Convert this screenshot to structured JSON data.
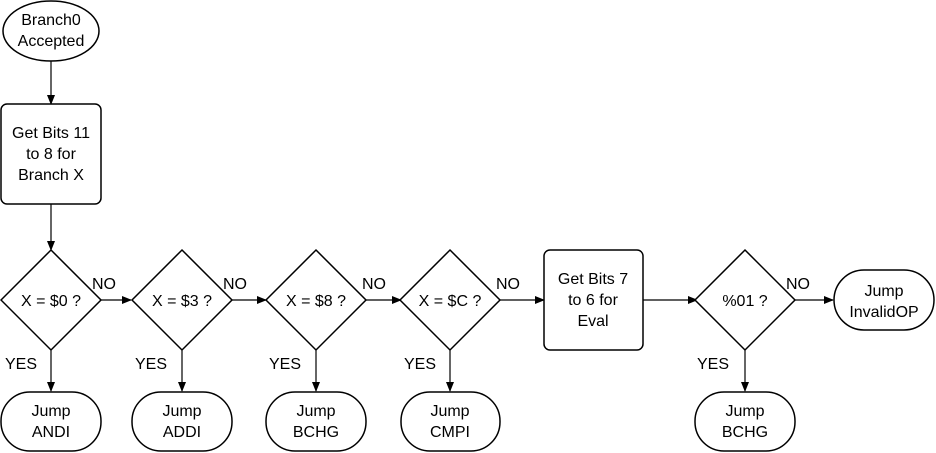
{
  "colors": {
    "stroke": "#000000",
    "fill": "#ffffff",
    "text": "#000000"
  },
  "nodes": {
    "start": {
      "lines": [
        "Branch0",
        "Accepted"
      ]
    },
    "proc1": {
      "lines": [
        "Get Bits 11",
        "to 8 for",
        "Branch X"
      ]
    },
    "d1": {
      "lines": [
        "X = $0 ?"
      ]
    },
    "d2": {
      "lines": [
        "X = $3 ?"
      ]
    },
    "d3": {
      "lines": [
        "X = $8 ?"
      ]
    },
    "d4": {
      "lines": [
        "X = $C ?"
      ]
    },
    "proc2": {
      "lines": [
        "Get Bits 7",
        "to 6 for",
        "Eval"
      ]
    },
    "d5": {
      "lines": [
        "%01 ?"
      ]
    },
    "t_andi": {
      "lines": [
        "Jump",
        "ANDI"
      ]
    },
    "t_addi": {
      "lines": [
        "Jump",
        "ADDI"
      ]
    },
    "t_bchg": {
      "lines": [
        "Jump",
        "BCHG"
      ]
    },
    "t_cmpi": {
      "lines": [
        "Jump",
        "CMPI"
      ]
    },
    "t_bchg2": {
      "lines": [
        "Jump",
        "BCHG"
      ]
    },
    "t_inv": {
      "lines": [
        "Jump",
        "InvalidOP"
      ]
    }
  },
  "edge_labels": {
    "no1": "NO",
    "no2": "NO",
    "no3": "NO",
    "no4": "NO",
    "no5": "NO",
    "yes1": "YES",
    "yes2": "YES",
    "yes3": "YES",
    "yes4": "YES",
    "yes5": "YES"
  }
}
